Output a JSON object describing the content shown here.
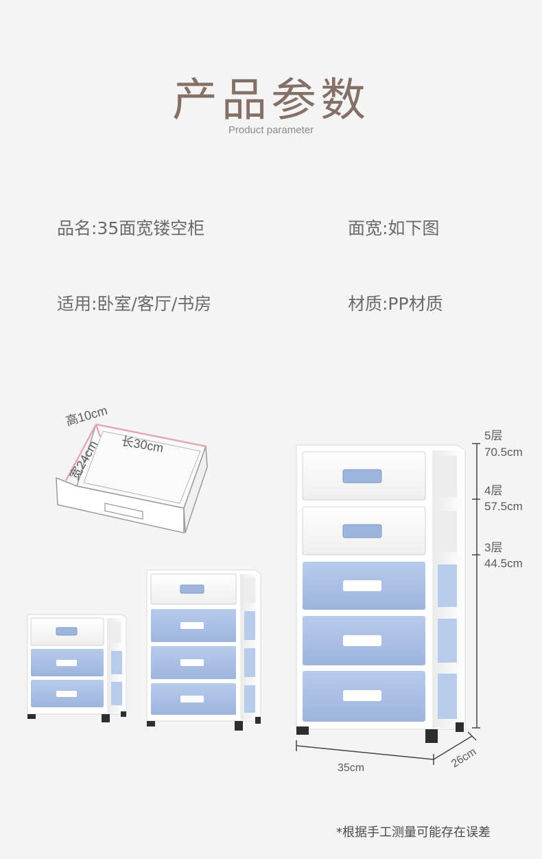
{
  "header": {
    "title": "产品参数",
    "subtitle": "Product parameter"
  },
  "specs": {
    "name": "品名:35面宽镂空柜",
    "width": "面宽:如下图",
    "usage": "适用:卧室/客厅/书房",
    "material": "材质:PP材质"
  },
  "drawer": {
    "height_label": "高10cm",
    "length_label": "长30cm",
    "width_label": "宽24cm"
  },
  "heights": {
    "tier5_layers": "5层",
    "tier5_height": "70.5cm",
    "tier4_layers": "4层",
    "tier4_height": "57.5cm",
    "tier3_layers": "3层",
    "tier3_height": "44.5cm"
  },
  "dimensions": {
    "width": "35cm",
    "depth": "26cm"
  },
  "footnote": "*根据手工测量可能存在误差",
  "colors": {
    "title": "#857067",
    "drawer_blue": "#a9bfe3",
    "drawer_white": "#fbfbfb",
    "frame_white": "#ffffff"
  }
}
